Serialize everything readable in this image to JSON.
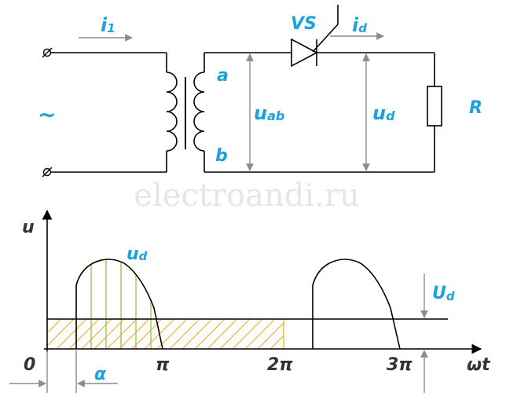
{
  "watermark": "electroandi.ru",
  "circuit": {
    "source_symbol": "~",
    "current_primary": "i",
    "current_primary_sub": "1",
    "node_a": "a",
    "node_b": "b",
    "voltage_ab": "u",
    "voltage_ab_sub": "ab",
    "thyristor": "VS",
    "current_load": "i",
    "current_load_sub": "d",
    "voltage_load": "u",
    "voltage_load_sub": "d",
    "resistor": "R"
  },
  "graph": {
    "y_axis": "u",
    "x_axis": "ωt",
    "origin": "0",
    "tick_pi": "π",
    "tick_2pi": "2π",
    "tick_3pi": "3π",
    "alpha": "α",
    "curve_label": "u",
    "curve_label_sub": "d",
    "avg_label": "U",
    "avg_label_sub": "d"
  },
  "colors": {
    "text": "#1ba1dd",
    "wire": "#000000",
    "arrow": "#8c8c8c",
    "hatch_green": "#7fc241",
    "hatch_yellow": "#f2b134"
  }
}
